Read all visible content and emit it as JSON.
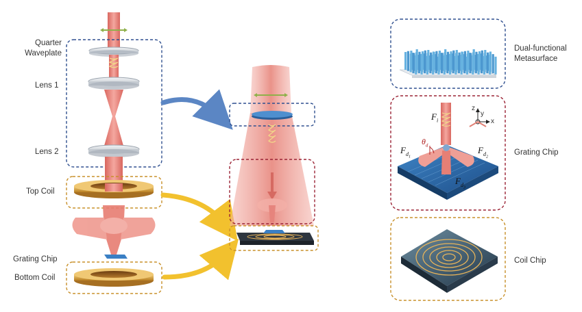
{
  "left_labels": {
    "quarter_waveplate": "Quarter\nWaveplate",
    "lens1": "Lens 1",
    "lens2": "Lens 2",
    "top_coil": "Top Coil",
    "grating_chip": "Grating Chip",
    "bottom_coil": "Bottom Coil"
  },
  "right_labels": {
    "metasurface": "Dual-functional\nMetasurface",
    "grating_chip": "Grating Chip",
    "coil_chip": "Coil Chip"
  },
  "force_labels": {
    "fi": "F",
    "fi_sub": "i",
    "fd1": "F",
    "fd1_sub": "d",
    "fd1_subsub": "1",
    "fd2": "F",
    "fd2_sub": "d",
    "fd2_subsub": "2",
    "fd3": "F",
    "fd3_sub": "d",
    "fd3_subsub": "3",
    "theta": "θ",
    "theta_sub": "d"
  },
  "axis_labels": {
    "z": "z",
    "y": "y",
    "x": "x"
  },
  "colors": {
    "blue_dash": "#2f4f8f",
    "red_dash": "#9b2335",
    "gold_dash": "#c8902a",
    "beam": "#e8837a",
    "coil_gold": "#d9a441",
    "metasurface_blue": "#5aa6d6",
    "arrow_blue": "#5b86c4",
    "arrow_yellow": "#f2c12e"
  }
}
